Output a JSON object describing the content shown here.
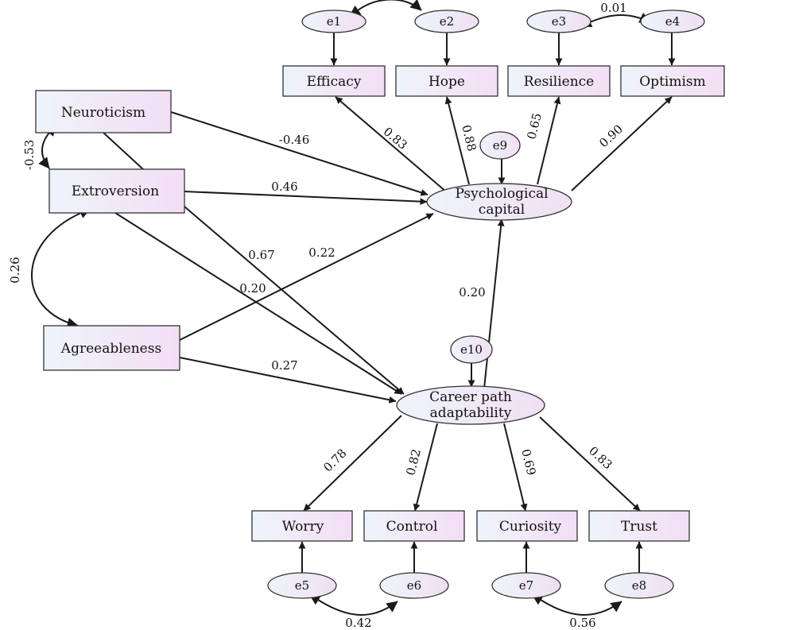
{
  "observed": {
    "efficacy": "Efficacy",
    "hope": "Hope",
    "resilience": "Resilience",
    "optimism": "Optimism",
    "neuroticism": "Neuroticism",
    "extroversion": "Extroversion",
    "agreeableness": "Agreeableness",
    "worry": "Worry",
    "control": "Control",
    "curiosity": "Curiosity",
    "trust": "Trust"
  },
  "latent": {
    "psycap_line1": "Psychological",
    "psycap_line2": "capital",
    "cpa_line1": "Career path",
    "cpa_line2": "adaptability"
  },
  "errors": {
    "e1": "e1",
    "e2": "e2",
    "e3": "e3",
    "e4": "e4",
    "e5": "e5",
    "e6": "e6",
    "e7": "e7",
    "e8": "e8",
    "e9": "e9",
    "e10": "e10"
  },
  "coefficients": {
    "neuro_extro_cov": "-0.53",
    "extro_agree_cov": "0.26",
    "neuro_psycap": "-0.46",
    "extro_psycap": "0.46",
    "extro_cpa_67": "0.67",
    "extro_cpa_20": "0.20",
    "agree_psycap": "0.22",
    "agree_cpa": "0.27",
    "cpa_psycap": "0.20",
    "psycap_efficacy": "0.83",
    "psycap_hope": "0.88",
    "psycap_resilience": "0.65",
    "psycap_optimism": "0.90",
    "cpa_worry": "0.78",
    "cpa_control": "0.82",
    "cpa_curiosity": "0.69",
    "cpa_trust": "0.83",
    "e3_e4_cov": "0.01",
    "e5_e6_cov": "0.42",
    "e7_e8_cov": "0.56"
  },
  "colors": {
    "box_fill_start": "#eef4fb",
    "box_fill_end": "#f3def4",
    "stroke": "#1a1a1a"
  }
}
